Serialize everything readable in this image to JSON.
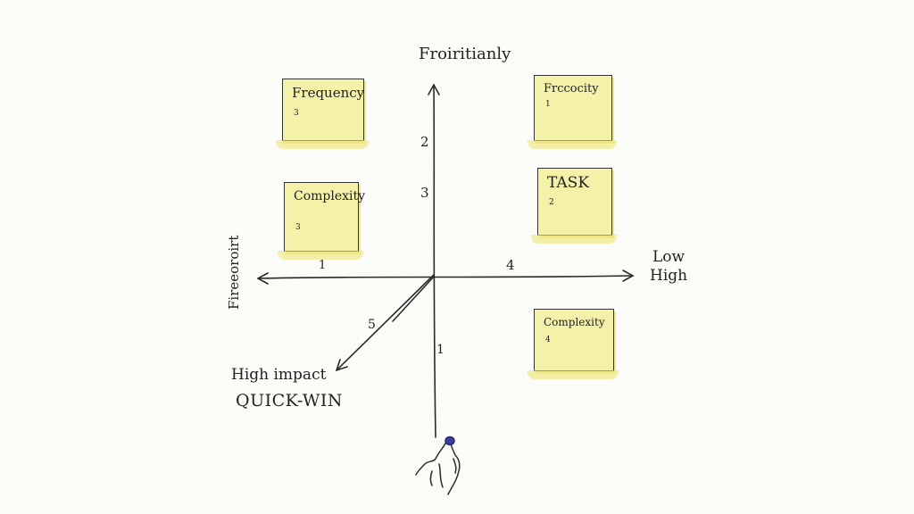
{
  "axis_labels": {
    "top": "Froiritianly",
    "left": "Fireeoroirt",
    "right_top": "Low",
    "right_bottom": "High",
    "diag_line1": "High impact",
    "diag_line2": "QUICK-WIN"
  },
  "axis_numbers": [
    "2",
    "3",
    "1",
    "4",
    "5",
    "1"
  ],
  "notes": [
    {
      "title": "Frequency",
      "number": "3"
    },
    {
      "title": "Complexity",
      "number": "3"
    },
    {
      "title": "Frccocity",
      "number": "1"
    },
    {
      "title": "TASK",
      "number": "2"
    },
    {
      "title": "Complexity",
      "number": "4"
    }
  ],
  "colors": {
    "note_fill": "#f4f1a8",
    "ink": "#222222",
    "marker": "#3a3fa0"
  },
  "icons": [
    "hand-pointer-icon"
  ]
}
